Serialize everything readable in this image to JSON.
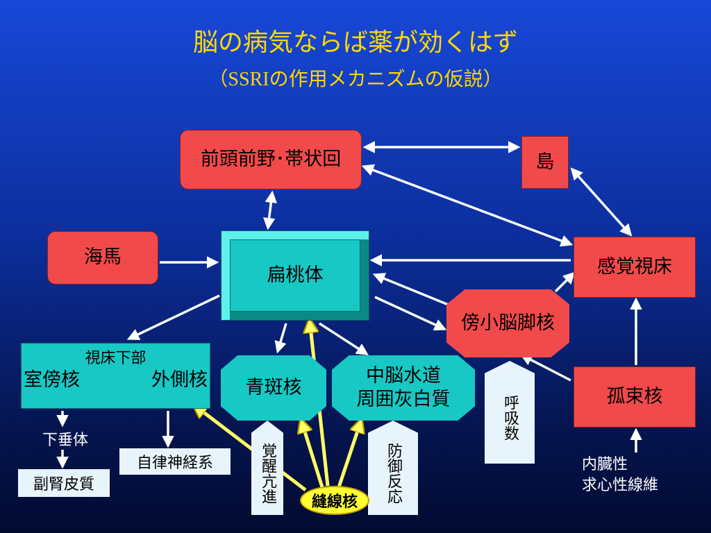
{
  "title": {
    "line1": "脳の病気ならば薬が効くはず",
    "line2_prefix": "（",
    "line2_latin": "SSRI",
    "line2_rest": "の作用メカニズムの仮説）"
  },
  "nodes": {
    "frontal": "前頭前野･帯状回",
    "insula": "島",
    "hippocampus": "海馬",
    "amygdala": "扁桃体",
    "sensory_thalamus": "感覚視床",
    "parabrachial": "傍小脳脚核",
    "hypothalamus": {
      "title": "視床下部",
      "left": "室傍核",
      "right": "外側核"
    },
    "coeruleus": "青斑核",
    "pag_line1": "中脳水道",
    "pag_line2": "周囲灰白質",
    "solitary": "孤束核",
    "pituitary": "下垂体",
    "adrenal": "副腎皮質",
    "autonomic": "自律神経系",
    "arousal": "覚醒亢進",
    "defense": "防御反応",
    "respiration": "呼吸数",
    "raphe": "縫線核",
    "visceral_line1": "内臓性",
    "visceral_line2": "求心性線維"
  },
  "colors": {
    "title": "#ffd800",
    "red_node": "#f24a4a",
    "cyan_node": "#17c8c4",
    "pale_box": "#e8f4fb",
    "raphe": "#ffff33",
    "arrow": "#ffffff",
    "serotonin_arrow": "#ffff66"
  }
}
